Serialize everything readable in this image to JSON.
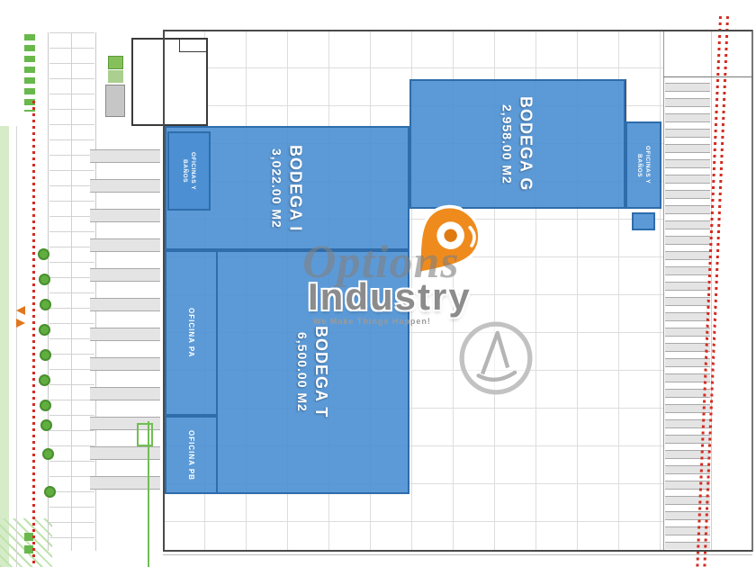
{
  "watermark": {
    "brand_top": "Options",
    "brand_bottom": "Industry",
    "tagline": "We Make Things Happen!"
  },
  "buildings": {
    "bodega_g": {
      "name": "BODEGA G",
      "area": "2,958.00 M2"
    },
    "bodega_i": {
      "name": "BODEGA I",
      "area": "3,022.00 M2"
    },
    "bodega_t": {
      "name": "BODEGA T",
      "area": "6,500.00 M2"
    },
    "office_g": {
      "label": "OFICINAS Y BAÑOS"
    },
    "office_i": {
      "label": "OFICINAS Y BAÑOS"
    },
    "office_pa": {
      "label": "OFICINA PA"
    },
    "office_pb": {
      "label": "OFICINA PB"
    }
  },
  "colors": {
    "bodega_fill": "#4A8FD3",
    "bodega_border": "#2E6CAB",
    "boundary_red": "#D42A20",
    "landscape_green": "#69B84C",
    "pin_orange": "#EF8B1D",
    "watermark_gray": "#8C8C8C"
  }
}
